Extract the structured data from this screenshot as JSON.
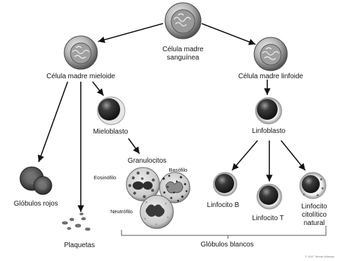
{
  "labels": {
    "stem_cell_line1": "Célula madre",
    "stem_cell_line2": "sanguínea",
    "myeloid_stem_cell": "Célula madre mieloide",
    "lymphoid_stem_cell": "Célula madre linfoide",
    "myeloblast": "Mieloblasto",
    "lymphoblast": "Linfoblasto",
    "granulocytes": "Granulocitos",
    "eosinophil": "Eosinófilo",
    "basophil": "Basófilo",
    "neutrophil": "Neutrófilo",
    "red_blood_cells": "Glóbulos rojos",
    "platelets": "Plaquetas",
    "b_lymphocyte": "Linfocito B",
    "t_lymphocyte": "Linfocito T",
    "nk_line1": "Linfocito",
    "nk_line2": "citolítico",
    "nk_line3": "natural",
    "white_blood_cells": "Glóbulos blancos",
    "copyright": "© 2007 Terese Winslow"
  }
}
